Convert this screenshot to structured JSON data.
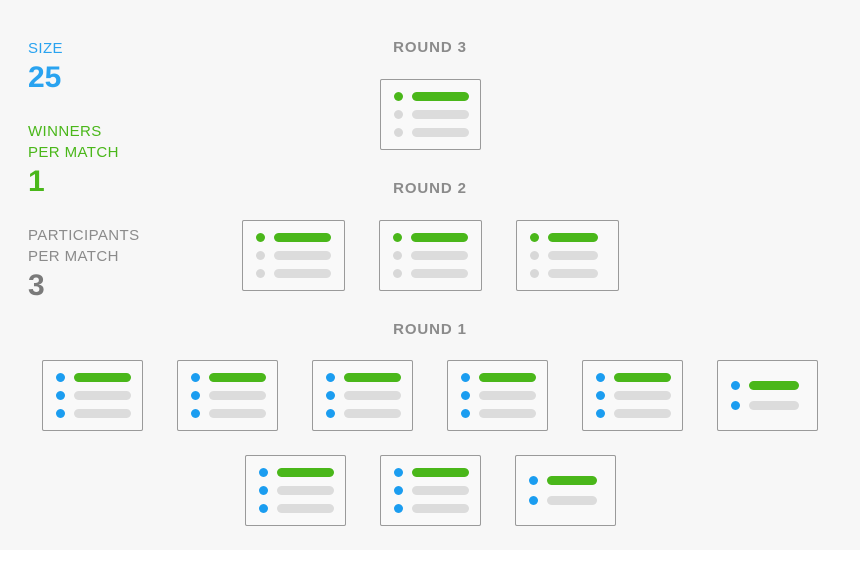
{
  "legend": {
    "groups": [
      {
        "label_line1": "SIZE",
        "label_line2": "",
        "value": "25",
        "tone": "blue"
      },
      {
        "label_line1": "WINNERS",
        "label_line2": "PER MATCH",
        "value": "1",
        "tone": "green"
      },
      {
        "label_line1": "PARTICIPANTS",
        "label_line2": "PER MATCH",
        "value": "3",
        "tone": "gray"
      }
    ]
  },
  "colors": {
    "blue": "#1b9df0",
    "blue_text": "#29a3f0",
    "green": "#4ab71a",
    "gray_bar": "#dcdcdc",
    "gray_dot": "#d8d8d8",
    "gray_text": "#8b8b8b",
    "card_border": "#9a9a9a",
    "card_fill": "#f9f9f9",
    "background": "#f7f7f7"
  },
  "rounds": [
    {
      "title": "ROUND 3",
      "rows": [
        {
          "cards": [
            {
              "slots": [
                {
                  "dot": "green",
                  "bar": "green",
                  "len": "full"
                },
                {
                  "dot": "gray",
                  "bar": "gray",
                  "len": "full"
                },
                {
                  "dot": "gray",
                  "bar": "gray",
                  "len": "full"
                }
              ]
            }
          ]
        }
      ]
    },
    {
      "title": "ROUND 2",
      "rows": [
        {
          "cards": [
            {
              "slots": [
                {
                  "dot": "green",
                  "bar": "green",
                  "len": "full"
                },
                {
                  "dot": "gray",
                  "bar": "gray",
                  "len": "full"
                },
                {
                  "dot": "gray",
                  "bar": "gray",
                  "len": "full"
                }
              ]
            },
            {
              "slots": [
                {
                  "dot": "green",
                  "bar": "green",
                  "len": "full"
                },
                {
                  "dot": "gray",
                  "bar": "gray",
                  "len": "full"
                },
                {
                  "dot": "gray",
                  "bar": "gray",
                  "len": "full"
                }
              ]
            },
            {
              "slots": [
                {
                  "dot": "green",
                  "bar": "green",
                  "len": "short"
                },
                {
                  "dot": "gray",
                  "bar": "gray",
                  "len": "short"
                },
                {
                  "dot": "gray",
                  "bar": "gray",
                  "len": "short"
                }
              ]
            }
          ]
        }
      ]
    },
    {
      "title": "ROUND 1",
      "rows": [
        {
          "cards": [
            {
              "slots": [
                {
                  "dot": "blue",
                  "bar": "green",
                  "len": "full"
                },
                {
                  "dot": "blue",
                  "bar": "gray",
                  "len": "full"
                },
                {
                  "dot": "blue",
                  "bar": "gray",
                  "len": "full"
                }
              ]
            },
            {
              "slots": [
                {
                  "dot": "blue",
                  "bar": "green",
                  "len": "full"
                },
                {
                  "dot": "blue",
                  "bar": "gray",
                  "len": "full"
                },
                {
                  "dot": "blue",
                  "bar": "gray",
                  "len": "full"
                }
              ]
            },
            {
              "slots": [
                {
                  "dot": "blue",
                  "bar": "green",
                  "len": "full"
                },
                {
                  "dot": "blue",
                  "bar": "gray",
                  "len": "full"
                },
                {
                  "dot": "blue",
                  "bar": "gray",
                  "len": "full"
                }
              ]
            },
            {
              "slots": [
                {
                  "dot": "blue",
                  "bar": "green",
                  "len": "full"
                },
                {
                  "dot": "blue",
                  "bar": "gray",
                  "len": "full"
                },
                {
                  "dot": "blue",
                  "bar": "gray",
                  "len": "full"
                }
              ]
            },
            {
              "slots": [
                {
                  "dot": "blue",
                  "bar": "green",
                  "len": "full"
                },
                {
                  "dot": "blue",
                  "bar": "gray",
                  "len": "full"
                },
                {
                  "dot": "blue",
                  "bar": "gray",
                  "len": "full"
                }
              ]
            },
            {
              "slots": [
                {
                  "dot": "blue",
                  "bar": "green",
                  "len": "short"
                },
                {
                  "dot": "blue",
                  "bar": "gray",
                  "len": "short"
                }
              ]
            }
          ]
        },
        {
          "cards": [
            {
              "slots": [
                {
                  "dot": "blue",
                  "bar": "green",
                  "len": "full"
                },
                {
                  "dot": "blue",
                  "bar": "gray",
                  "len": "full"
                },
                {
                  "dot": "blue",
                  "bar": "gray",
                  "len": "full"
                }
              ]
            },
            {
              "slots": [
                {
                  "dot": "blue",
                  "bar": "green",
                  "len": "full"
                },
                {
                  "dot": "blue",
                  "bar": "gray",
                  "len": "full"
                },
                {
                  "dot": "blue",
                  "bar": "gray",
                  "len": "full"
                }
              ]
            },
            {
              "slots": [
                {
                  "dot": "blue",
                  "bar": "green",
                  "len": "short"
                },
                {
                  "dot": "blue",
                  "bar": "gray",
                  "len": "short"
                }
              ]
            }
          ]
        }
      ]
    }
  ]
}
